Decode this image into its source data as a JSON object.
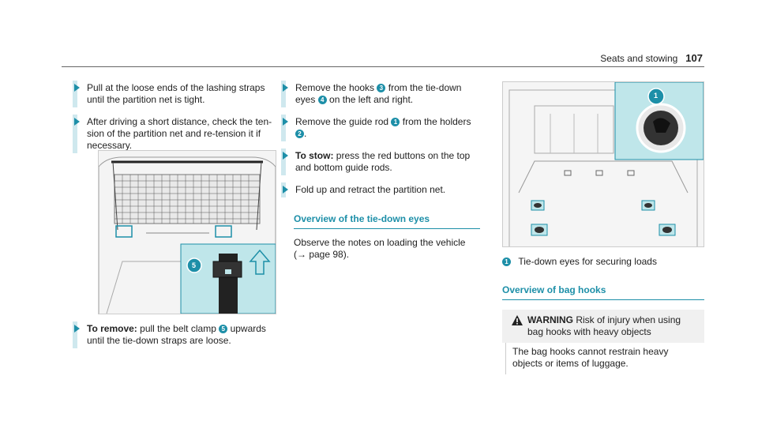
{
  "header": {
    "title": "Seats and stowing",
    "page": "107"
  },
  "col1": {
    "bullets_top": [
      {
        "text": "Pull at the loose ends of the lashing straps until the partition net is tight."
      },
      {
        "text": "After driving a short distance, check the ten­sion of the partition net and re-tension it if necessary."
      }
    ],
    "fig_callout": "5",
    "remove": {
      "lead": "To remove:",
      "text_a": "pull the belt clamp",
      "num": "5",
      "text_b": "upwards until the tie-down straps are loose."
    }
  },
  "col2": {
    "b1": {
      "text_a": "Remove the hooks",
      "num1": "3",
      "text_b": "from the tie-down eyes",
      "num2": "4",
      "text_c": "on the left and right."
    },
    "b2": {
      "text_a": "Remove the guide rod",
      "num1": "1",
      "text_b": "from the holders",
      "num2": "2",
      "text_c": "."
    },
    "b3": {
      "lead": "To stow:",
      "text": "press the red buttons on the top and bottom guide rods."
    },
    "b4": {
      "text": "Fold up and retract the partition net."
    },
    "section_title": "Overview of the tie-down eyes",
    "observe": "Observe the notes on loading the vehicle",
    "ref": "(→ page 98)."
  },
  "col3": {
    "fig_callout": "1",
    "caption_num": "1",
    "caption": "Tie-down eyes for securing loads",
    "section_title": "Overview of bag hooks",
    "warning_label": "WARNING",
    "warning_text": "Risk of injury when using bag hooks with heavy objects",
    "warning_body": "The bag hooks cannot restrain heavy objects or items of luggage."
  },
  "colors": {
    "accent": "#1d8fa8",
    "tint": "#bfe6ea"
  }
}
